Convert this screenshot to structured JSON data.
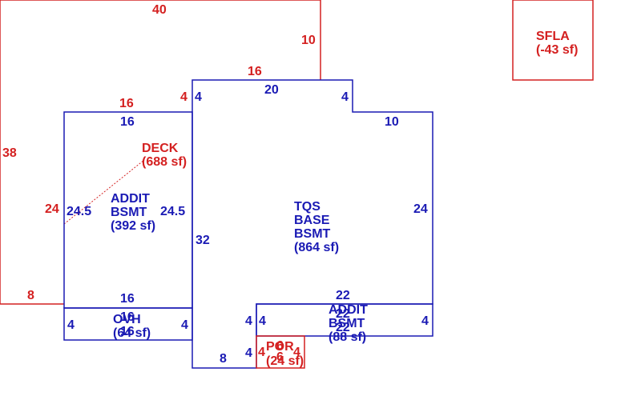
{
  "colors": {
    "deck": "#d42020",
    "structure": "#1a1ab4",
    "background": "#ffffff"
  },
  "deck_region": {
    "label": "DECK",
    "area": "(688 sf)",
    "dims": {
      "top": "40",
      "right_upper": "10",
      "mid_top": "16",
      "inner": "16",
      "inner_right": "4",
      "left": "38",
      "left_inner": "24",
      "bottom": "8"
    }
  },
  "sfla": {
    "label": "SFLA",
    "area": "(-43 sf)"
  },
  "tqs_base": {
    "label_line1": "TQS",
    "label_line2": "BASE",
    "label_line3": "BSMT",
    "area": "(864 sf)",
    "dims": {
      "top": "20",
      "top_left": "4",
      "top_right": "4",
      "right_top": "10",
      "right": "24",
      "left": "32",
      "bottom": "8",
      "bottom_inner": "4"
    }
  },
  "addit_left": {
    "label_line1": "ADDIT",
    "label_line2": "BSMT",
    "area": "(392 sf)",
    "dims": {
      "top": "16",
      "left": "24.5",
      "right": "24.5",
      "bottom": "16"
    }
  },
  "ovh": {
    "label": "OVH",
    "area": "(64 sf)",
    "dims": {
      "top": "16",
      "bottom": "16",
      "left": "4",
      "right": "4"
    }
  },
  "addit_lower": {
    "label_line1": "ADDIT",
    "label_line2": "BSMT",
    "area": "(88 sf)",
    "dims": {
      "top": "22",
      "top_inner": "22",
      "bottom_inner": "22",
      "left": "4",
      "right": "4",
      "left_outer": "4"
    }
  },
  "por": {
    "label": "POR",
    "area": "(24 sf)",
    "dims": {
      "top": "6",
      "bottom": "6",
      "left": "4",
      "right": "4"
    }
  }
}
